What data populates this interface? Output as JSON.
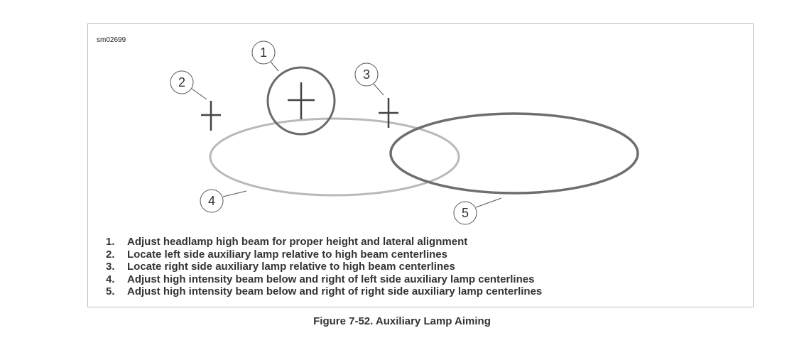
{
  "figure": {
    "code": "sm02699",
    "callouts": [
      "1",
      "2",
      "3",
      "4",
      "5"
    ],
    "legend": [
      {
        "num": "1.",
        "text": "Adjust headlamp high beam for proper height and lateral alignment"
      },
      {
        "num": "2.",
        "text": "Locate left side auxiliary lamp relative to high beam centerlines"
      },
      {
        "num": "3.",
        "text": "Locate right side auxiliary lamp relative to high beam centerlines"
      },
      {
        "num": "4.",
        "text": "Adjust high intensity beam below and right of left side auxiliary lamp centerlines"
      },
      {
        "num": "5.",
        "text": "Adjust high intensity beam below and right of right side auxiliary lamp centerlines"
      }
    ],
    "caption": "Figure 7-52. Auxiliary Lamp Aiming"
  },
  "colors": {
    "high_beam_circle": "#6b6b6b",
    "left_aux_beam": "#b9b9b9",
    "right_aux_beam": "#6e6e6e",
    "crosshair": "#444444",
    "frame_border": "#bdbdbd"
  }
}
